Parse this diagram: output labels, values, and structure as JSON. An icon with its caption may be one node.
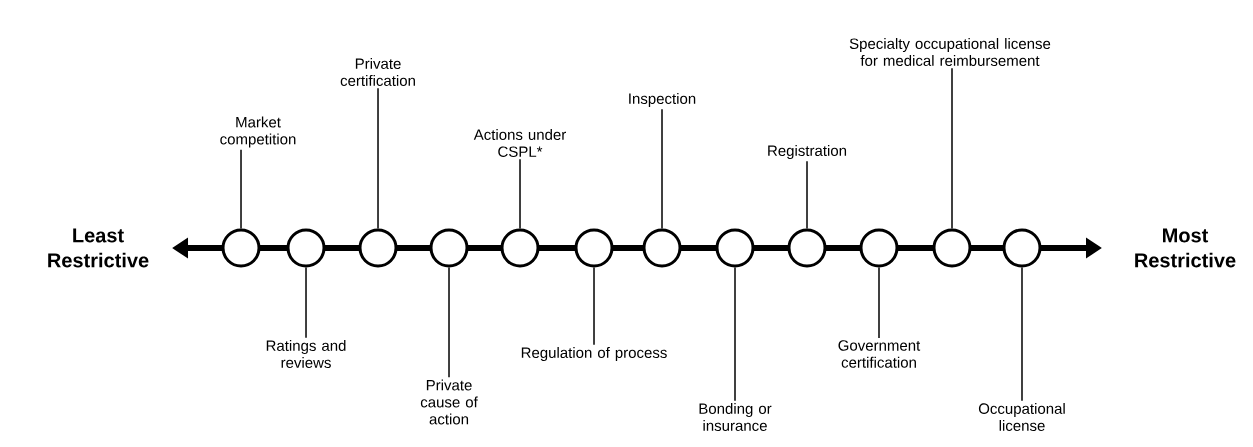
{
  "diagram": {
    "nodes": [
      {
        "text": [
          "Market competition"
        ]
      },
      {
        "text": [
          "Ratings and reviews"
        ]
      },
      {
        "text": [
          "Private certification"
        ]
      },
      {
        "text": [
          "Private cause of action"
        ]
      },
      {
        "text": [
          "Actions under CSPL*"
        ]
      },
      {
        "text": [
          "Regulation of process"
        ]
      },
      {
        "text": [
          "Inspection"
        ]
      },
      {
        "text": [
          "Bonding or insurance"
        ]
      },
      {
        "text": [
          "Registration"
        ]
      },
      {
        "text": [
          "Government certification"
        ]
      },
      {
        "text": [
          "Specialty occupational license for medical reimbursement"
        ]
      },
      {
        "text": [
          "Occupational license"
        ]
      },
      {
        "text": [],
        "shape": "circle"
      },
      {
        "text": [],
        "shape": "circle"
      },
      {
        "text": [],
        "shape": "circle"
      },
      {
        "text": [],
        "shape": "circle"
      },
      {
        "text": [],
        "shape": "circle"
      },
      {
        "text": [],
        "shape": "circle"
      },
      {
        "text": [],
        "shape": "circle"
      },
      {
        "text": [],
        "shape": "circle"
      },
      {
        "text": [],
        "shape": "circle"
      },
      {
        "text": [],
        "shape": "circle"
      },
      {
        "text": [],
        "shape": "circle"
      },
      {
        "text": [],
        "shape": "circle"
      }
    ],
    "edges": [
      {
        "from": 0,
        "to": 12,
        "arrow": "none"
      },
      {
        "from": 1,
        "to": 13,
        "arrow": "none"
      },
      {
        "from": 2,
        "to": 14,
        "arrow": "none"
      },
      {
        "from": 3,
        "to": 15,
        "arrow": "none"
      },
      {
        "from": 4,
        "to": 16,
        "arrow": "none"
      },
      {
        "from": 5,
        "to": 17,
        "arrow": "none"
      },
      {
        "from": 6,
        "to": 18,
        "arrow": "none"
      },
      {
        "from": 7,
        "to": 19,
        "arrow": "none"
      },
      {
        "from": 8,
        "to": 20,
        "arrow": "none"
      },
      {
        "from": 9,
        "to": 21,
        "arrow": "none"
      },
      {
        "from": 10,
        "to": 22,
        "arrow": "none"
      },
      {
        "from": 11,
        "to": 23,
        "arrow": "none"
      }
    ],
    "labels": [
      "Least Restrictive",
      "Most Restrictive"
    ]
  }
}
